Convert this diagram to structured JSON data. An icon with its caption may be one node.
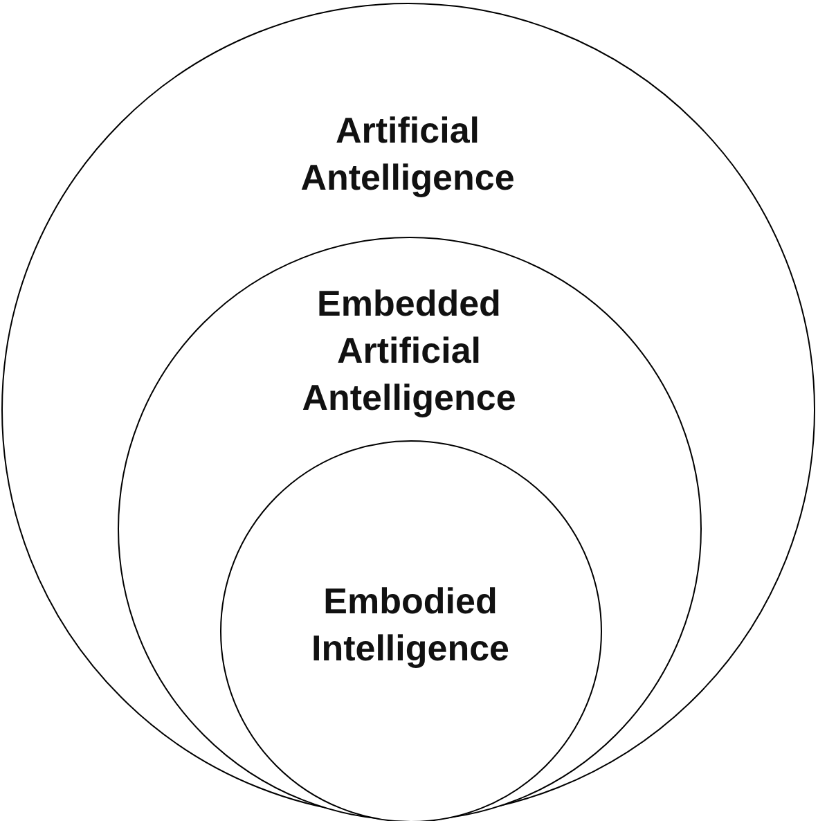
{
  "diagram": {
    "nodes": [
      {
        "text": [
          "Artificial Antelligence"
        ]
      },
      {
        "text": [
          "Embedded Artificial Antelligence"
        ],
        "in": 0
      },
      {
        "text": [
          "Embodied Intelligence"
        ],
        "in": 1
      }
    ]
  }
}
